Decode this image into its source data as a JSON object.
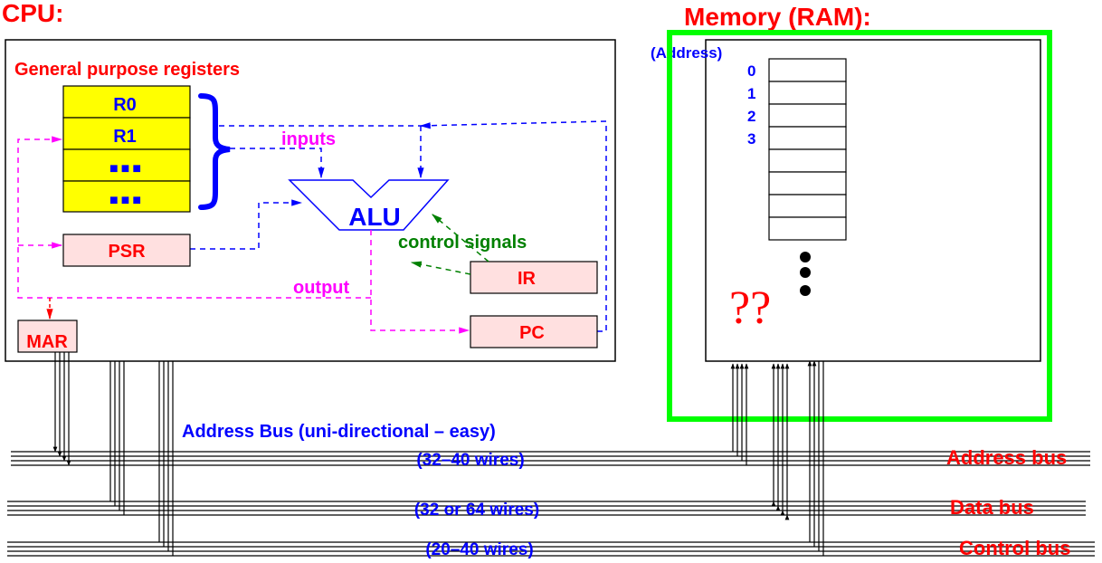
{
  "titles": {
    "cpu": "CPU:",
    "memory": "Memory (RAM):",
    "registers_heading": "General purpose registers",
    "address_heading": "(Address)"
  },
  "registers": {
    "r0": "R0",
    "r1": "R1",
    "ellipsis1": "■■■",
    "ellipsis2": "■■■"
  },
  "cpu_boxes": {
    "psr": "PSR",
    "alu": "ALU",
    "ir": "IR",
    "pc": "PC",
    "mar": "MAR"
  },
  "flow_labels": {
    "inputs": "inputs",
    "output": "output",
    "control_signals": "control signals"
  },
  "memory": {
    "addresses": [
      "0",
      "1",
      "2",
      "3"
    ],
    "unknown": "??",
    "cell_count": 8
  },
  "buses": {
    "address_description": "Address Bus (uni-directional – easy)",
    "address_wires": "(32–40 wires)",
    "data_wires": "(32 or 64 wires)",
    "control_wires": "(20–40 wires)",
    "address_label": "Address bus",
    "data_label": "Data bus",
    "control_label": "Control bus"
  },
  "colors": {
    "title_red": "#ff0000",
    "blue": "#0000ff",
    "magenta": "#ff00ff",
    "green": "#008000",
    "highlight_green": "#00ff00",
    "register_yellow": "#ffff00",
    "box_pink": "#ffe0e0"
  }
}
